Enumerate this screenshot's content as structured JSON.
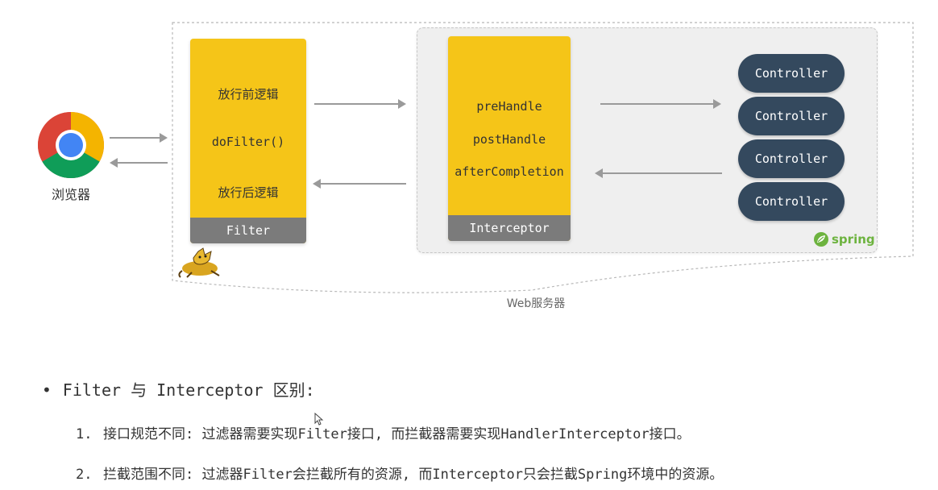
{
  "browser": {
    "label": "浏览器",
    "icon": "chrome-icon"
  },
  "filter": {
    "lines": [
      "放行前逻辑",
      "doFilter()",
      "放行后逻辑"
    ],
    "footer": "Filter",
    "color": "#f5c518"
  },
  "interceptor": {
    "lines": [
      "preHandle",
      "postHandle",
      "afterCompletion"
    ],
    "footer": "Interceptor",
    "color": "#f5c518"
  },
  "controllers": [
    "Controller",
    "Controller",
    "Controller",
    "Controller"
  ],
  "controller_color": "#34495e",
  "spring": {
    "logo_text": "spring",
    "color": "#6db33f"
  },
  "tomcat_icon": "tomcat-icon",
  "web_server_label": "Web服务器",
  "notes": {
    "title": "Filter 与 Interceptor 区别:",
    "items": [
      {
        "num": "1.",
        "text": "接口规范不同: 过滤器需要实现Filter接口, 而拦截器需要实现HandlerInterceptor接口。"
      },
      {
        "num": "2.",
        "text": "拦截范围不同: 过滤器Filter会拦截所有的资源, 而Interceptor只会拦截Spring环境中的资源。"
      }
    ]
  }
}
